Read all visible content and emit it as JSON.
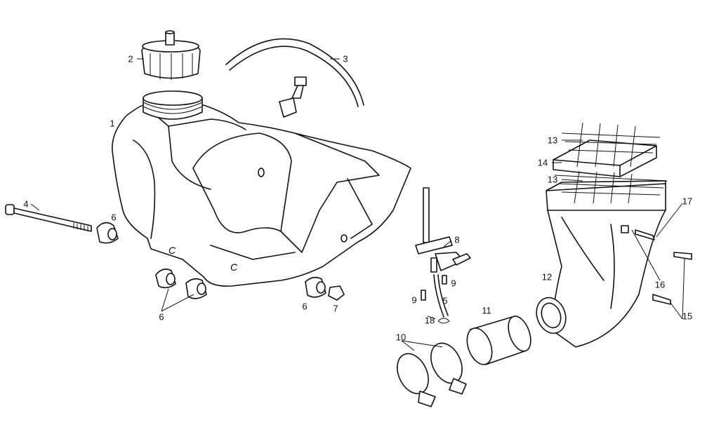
{
  "diagram": {
    "callouts": [
      {
        "id": "fuel-tank",
        "text": "1"
      },
      {
        "id": "tank-cap",
        "text": "2"
      },
      {
        "id": "breather-hose",
        "text": "3"
      },
      {
        "id": "tank-bolt",
        "text": "4"
      },
      {
        "id": "fuel-line",
        "text": "5"
      },
      {
        "id": "rubber-bush-a",
        "text": "6"
      },
      {
        "id": "rubber-bush-b",
        "text": "6"
      },
      {
        "id": "rubber-bush-c",
        "text": "6"
      },
      {
        "id": "nut",
        "text": "7"
      },
      {
        "id": "fuel-tap",
        "text": "8"
      },
      {
        "id": "screw-a",
        "text": "9"
      },
      {
        "id": "screw-b",
        "text": "9"
      },
      {
        "id": "hose-clamps",
        "text": "10"
      },
      {
        "id": "intake-sleeve",
        "text": "11"
      },
      {
        "id": "airbox",
        "text": "12"
      },
      {
        "id": "filter-grid-top",
        "text": "13"
      },
      {
        "id": "air-filter",
        "text": "14"
      },
      {
        "id": "filter-grid-bottom",
        "text": "13"
      },
      {
        "id": "airbox-screws",
        "text": "15"
      },
      {
        "id": "spacer",
        "text": "16"
      },
      {
        "id": "airbox-bolt",
        "text": "17"
      },
      {
        "id": "clip",
        "text": "18"
      }
    ]
  }
}
